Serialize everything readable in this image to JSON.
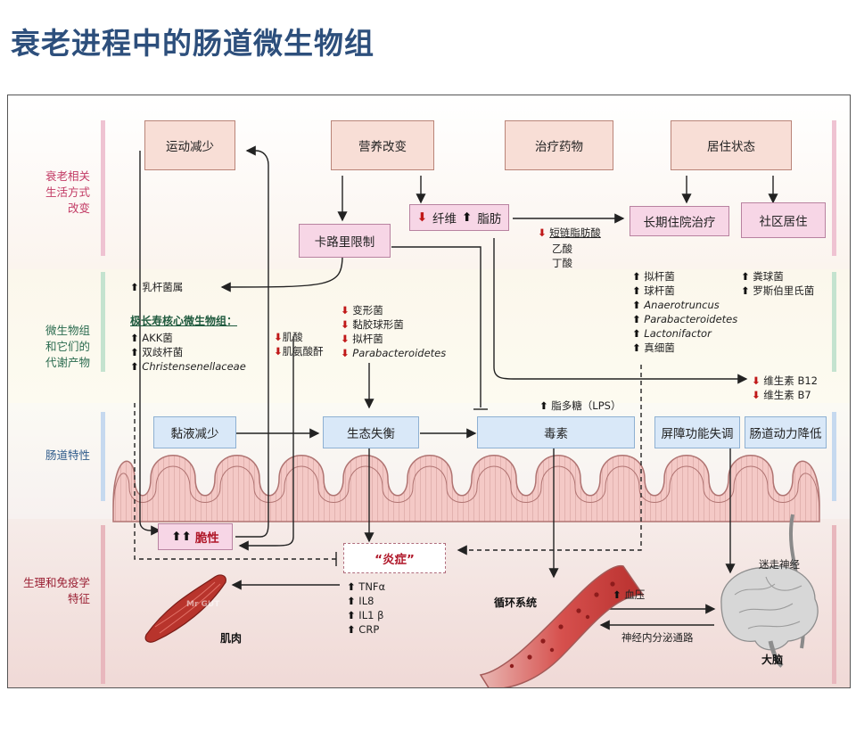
{
  "title": "衰老进程中的肠道微生物组",
  "rows": {
    "lifestyle": [
      "衰老相关",
      "生活方式",
      "改变"
    ],
    "microbiome": [
      "微生物组",
      "和它们的",
      "代谢产物"
    ],
    "gut": [
      "肠道特性"
    ],
    "physio": [
      "生理和免疫学",
      "特征"
    ]
  },
  "boxes": {
    "exercise": "运动减少",
    "nutrition": "营养改变",
    "drugs": "治疗药物",
    "living": "居住状态",
    "calorie": "卡路里限制",
    "fiber": "纤维",
    "fat": "脂肪",
    "longterm": "长期住院治疗",
    "community": "社区居住",
    "mucus": "黏液减少",
    "dysbiosis": "生态失衡",
    "toxin": "毒素",
    "barrier": "屏障功能失调",
    "motility": "肠道动力降低",
    "frailty": "脆性",
    "inflammation": "“炎症”"
  },
  "texts": {
    "lactobacillus": "乳杆菌属",
    "core_title": "极长寿核心微生物组：",
    "core1": "AKK菌",
    "core2": "双歧杆菌",
    "core3": "Christensenellaceae",
    "creatine1": "肌酸",
    "creatine2": "肌氨酸酐",
    "cr1": "变形菌",
    "cr2": "黏胶球形菌",
    "cr3": "拟杆菌",
    "cr4": "Parabacteroidetes",
    "scfa": "短链脂肪酸",
    "acetate": "乙酸",
    "butyrate": "丁酸",
    "lt1": "拟杆菌",
    "lt2": "球杆菌",
    "lt3": "Anaerotruncus",
    "lt4": "Parabacteroidetes",
    "lt5": "Lactonifactor",
    "lt6": "真细菌",
    "cm1": "粪球菌",
    "cm2": "罗斯伯里氏菌",
    "vit1": "维生素 B12",
    "vit2": "维生素 B7",
    "lps": "脂多糖（LPS）",
    "tnf": "TNFα",
    "il8": "IL8",
    "il1": "IL1 β",
    "crp": "CRP",
    "muscle": "肌肉",
    "circulation": "循环系统",
    "bp": "血压",
    "vagus": "迷走神经",
    "neuro": "神经内分泌通路",
    "brain": "大脑",
    "watermark": "Mr GUT"
  },
  "colors": {
    "lifestyle": "#c23a64",
    "microbiome": "#2a6b4f",
    "gut": "#2d5a8a",
    "physio": "#9a1f33",
    "down_arrow": "#c01818"
  }
}
